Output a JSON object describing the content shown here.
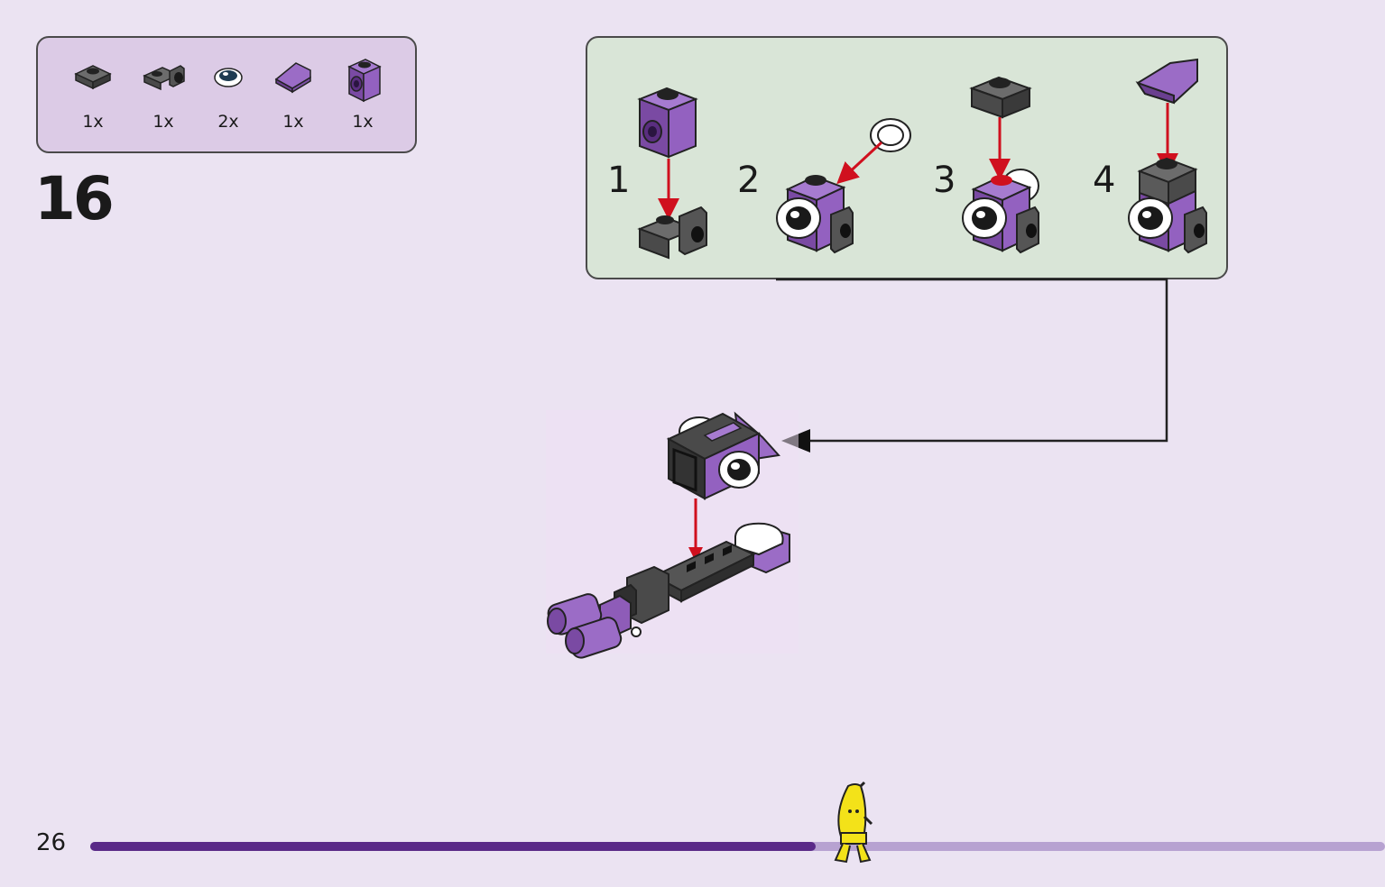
{
  "page": {
    "number": "26",
    "step": "16"
  },
  "parts": [
    {
      "qty": "1x",
      "icon": "dark-gray-plate-1x1-icon"
    },
    {
      "qty": "1x",
      "icon": "dark-gray-bracket-plate-icon"
    },
    {
      "qty": "2x",
      "icon": "eye-tile-round-icon"
    },
    {
      "qty": "1x",
      "icon": "purple-slope-icon"
    },
    {
      "qty": "1x",
      "icon": "purple-brick-stud-side-icon"
    }
  ],
  "substeps": [
    "1",
    "2",
    "3",
    "4"
  ],
  "progress": {
    "fraction": 0.56
  },
  "colors": {
    "background": "#ebe3f2",
    "parts_panel": "#dccbe6",
    "substep_panel": "#d9e5d7",
    "purple": "#8e5cb8",
    "dark_gray": "#4f4f4f",
    "arrow_red": "#d0101e",
    "progress_fill": "#5a2a88",
    "progress_track": "#b7a2d1",
    "mascot_yellow": "#f3e219"
  }
}
